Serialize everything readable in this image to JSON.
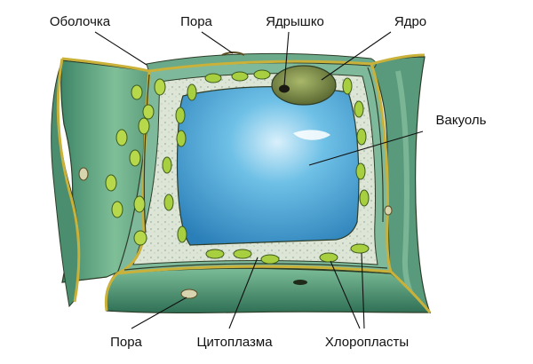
{
  "labels": {
    "membrane": "Оболочка",
    "pore_top": "Пора",
    "nucleolus": "Ядрышко",
    "nucleus": "Ядро",
    "vacuole": "Вакуоль",
    "pore_bottom": "Пора",
    "cytoplasm": "Цитоплазма",
    "chloroplasts": "Хлоропласты"
  },
  "colors": {
    "cell_wall": "#c9b13a",
    "neighbor_cell": "#5f9e7f",
    "cytoplasm": "#d8e0d2",
    "vacuole": "#3fa2d4",
    "chloroplast": "#a8cf3f",
    "nucleus": "#6f7d3c"
  }
}
